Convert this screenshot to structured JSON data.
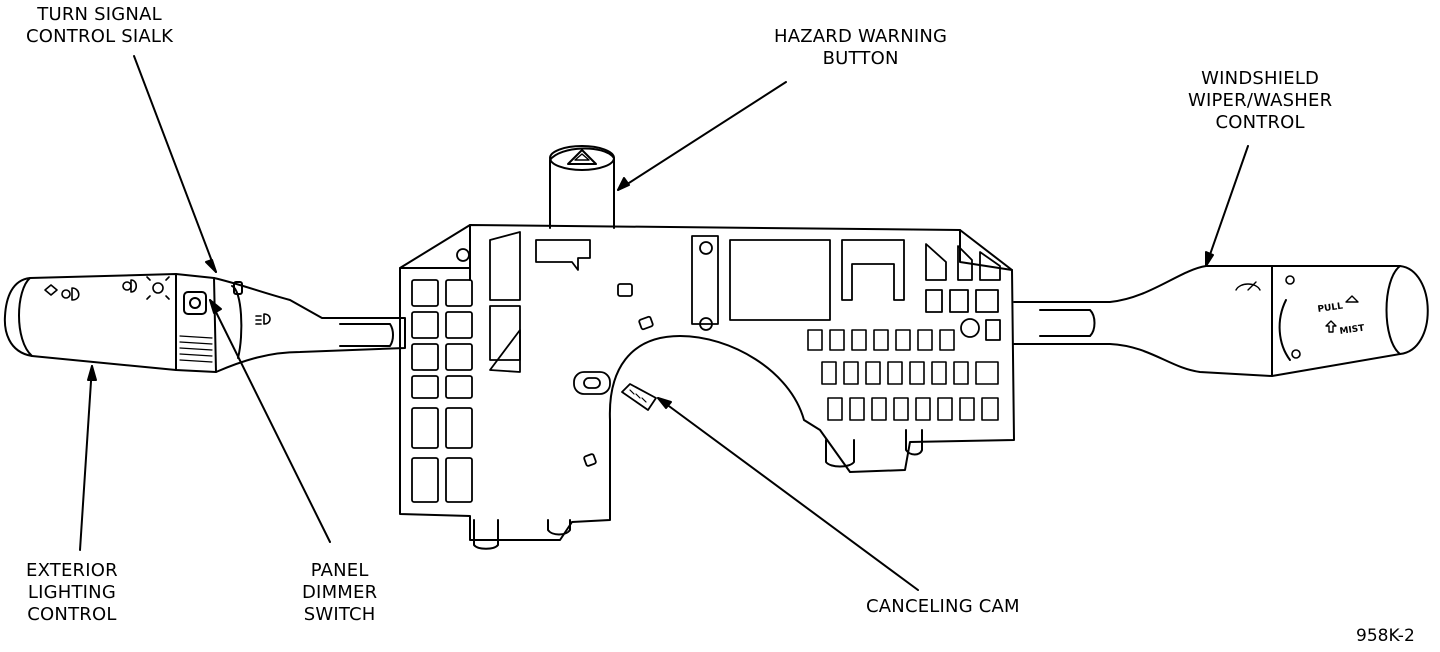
{
  "callouts": {
    "turn_signal": [
      "TURN SIGNAL",
      "CONTROL SIALK"
    ],
    "hazard": [
      "HAZARD WARNING",
      "BUTTON"
    ],
    "wiper": [
      "WINDSHIELD",
      "WIPER/WASHER",
      "CONTROL"
    ],
    "exterior": [
      "EXTERIOR",
      "LIGHTING",
      "CONTROL"
    ],
    "panel": [
      "PANEL",
      "DIMMER",
      "SWITCH"
    ],
    "canceling": [
      "CANCELING CAM"
    ]
  },
  "stalk_markings": {
    "pull": "PULL",
    "mist": "MIST"
  },
  "figure_id": "958K-2"
}
